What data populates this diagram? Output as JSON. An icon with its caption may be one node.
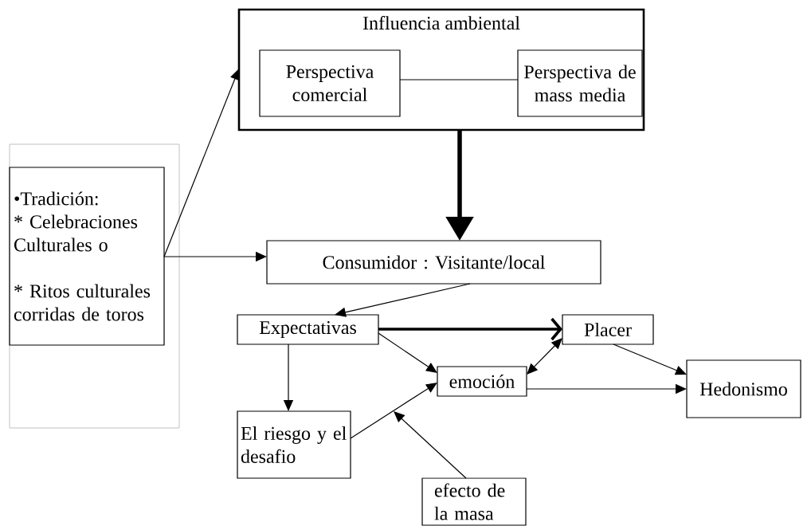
{
  "diagram": {
    "nodes": [
      {
        "text": [],
        "shape": "box"
      },
      {
        "text": [
          "•Tradición:",
          "* Celebraciones Culturales o",
          "* Ritos culturales corridas de toros"
        ],
        "in": 0
      },
      {
        "text": [
          "Influencia ambiental"
        ]
      },
      {
        "text": [
          "Perspectiva comercial"
        ],
        "in": 2
      },
      {
        "text": [
          "Perspectiva de mass media"
        ],
        "in": 2
      },
      {
        "text": [
          "Consumidor : Visitante/local"
        ]
      },
      {
        "text": [
          "Expectativas"
        ]
      },
      {
        "text": [
          "Placer"
        ]
      },
      {
        "text": [
          "emoción"
        ]
      },
      {
        "text": [
          "Hedonismo"
        ]
      },
      {
        "text": [
          "El riesgo y el desafio"
        ]
      },
      {
        "text": [
          "efecto de la masa"
        ]
      }
    ],
    "edges": [
      {
        "from": 1,
        "to": 2,
        "arrow": "to"
      },
      {
        "from": 1,
        "to": 5,
        "arrow": "to"
      },
      {
        "from": 2,
        "to": 5,
        "arrow": "to",
        "style": "thick"
      },
      {
        "from": 3,
        "to": 4,
        "arrow": "none"
      },
      {
        "from": 5,
        "to": 6,
        "arrow": "to"
      },
      {
        "from": 6,
        "to": 7,
        "arrow": "to",
        "style": "thick"
      },
      {
        "from": 6,
        "to": 8,
        "arrow": "to"
      },
      {
        "from": 6,
        "to": 10,
        "arrow": "to"
      },
      {
        "from": 7,
        "to": 8,
        "arrow": "both"
      },
      {
        "from": 7,
        "to": 9,
        "arrow": "to"
      },
      {
        "from": 8,
        "to": 9,
        "arrow": "to"
      },
      {
        "from": 10,
        "to": 8,
        "arrow": "to"
      },
      {
        "from": 11,
        "to": null,
        "arrow": "to"
      }
    ]
  }
}
